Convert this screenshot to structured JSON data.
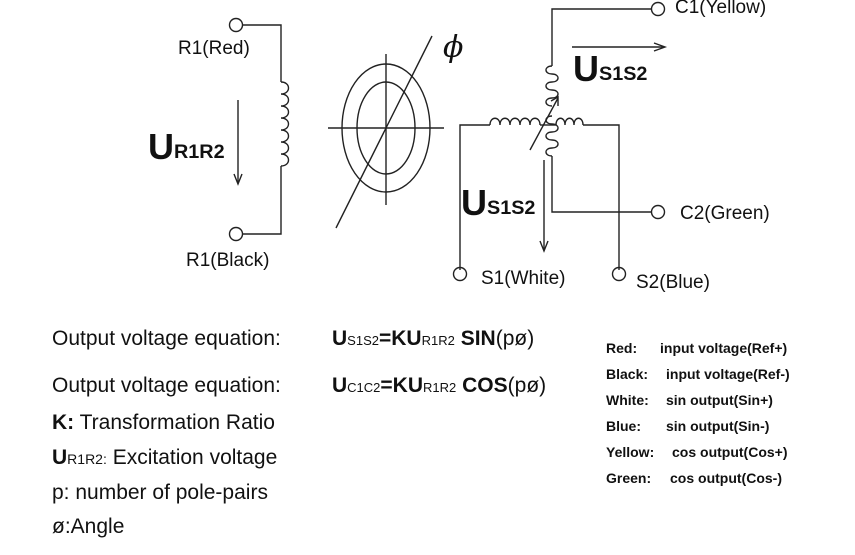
{
  "diagram": {
    "r1_red_label": "R1(Red)",
    "r1_black_label": "R1(Black)",
    "c1_label": "C1(Yellow)",
    "c2_label": "C2(Green)",
    "s1_label": "S1(White)",
    "s2_label": "S2(Blue)",
    "phi_symbol": "ϕ",
    "u_r1r2": {
      "main": "U",
      "sub": "R1R2"
    },
    "u_s1s2_top": {
      "main": "U",
      "sub": "S1S2"
    },
    "u_s1s2_mid": {
      "main": "U",
      "sub": "S1S2"
    }
  },
  "equations": [
    {
      "label": "Output voltage equation:",
      "lhs_main": "U",
      "lhs_sub": "S1S2",
      "eq": "=KU",
      "rhs_sub": "R1R2",
      "func": "SIN",
      "arg": "(pø)"
    },
    {
      "label": "Output voltage equation:",
      "lhs_main": "U",
      "lhs_sub": "C1C2",
      "eq": "=KU",
      "rhs_sub": "R1R2",
      "func": "COS",
      "arg": "(pø)"
    }
  ],
  "definitions": {
    "k_sym": "K:",
    "k_text": " Transformation Ratio",
    "u_sym": "U",
    "u_sub": "R1R2:",
    "u_text": " Excitation voltage",
    "p_text": "p: number of pole-pairs",
    "angle_text": "ø:Angle"
  },
  "legend": [
    {
      "color": "Red:",
      "desc": "input voltage(Ref+)"
    },
    {
      "color": "Black:",
      "desc": "input voltage(Ref-)"
    },
    {
      "color": "White:",
      "desc": "sin output(Sin+)"
    },
    {
      "color": "Blue:",
      "desc": "sin output(Sin-)"
    },
    {
      "color": "Yellow:",
      "desc": "cos output(Cos+)"
    },
    {
      "color": "Green:",
      "desc": "cos output(Cos-)"
    }
  ]
}
